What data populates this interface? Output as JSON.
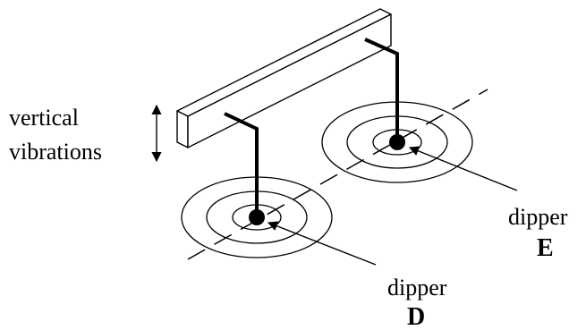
{
  "labels": {
    "vibration_line1": "vertical",
    "vibration_line2": "vibrations",
    "dipper_e_word": "dipper",
    "dipper_e_letter": "E",
    "dipper_d_word": "dipper",
    "dipper_d_letter": "D"
  },
  "colors": {
    "ink": "#000000",
    "background": "#ffffff"
  }
}
